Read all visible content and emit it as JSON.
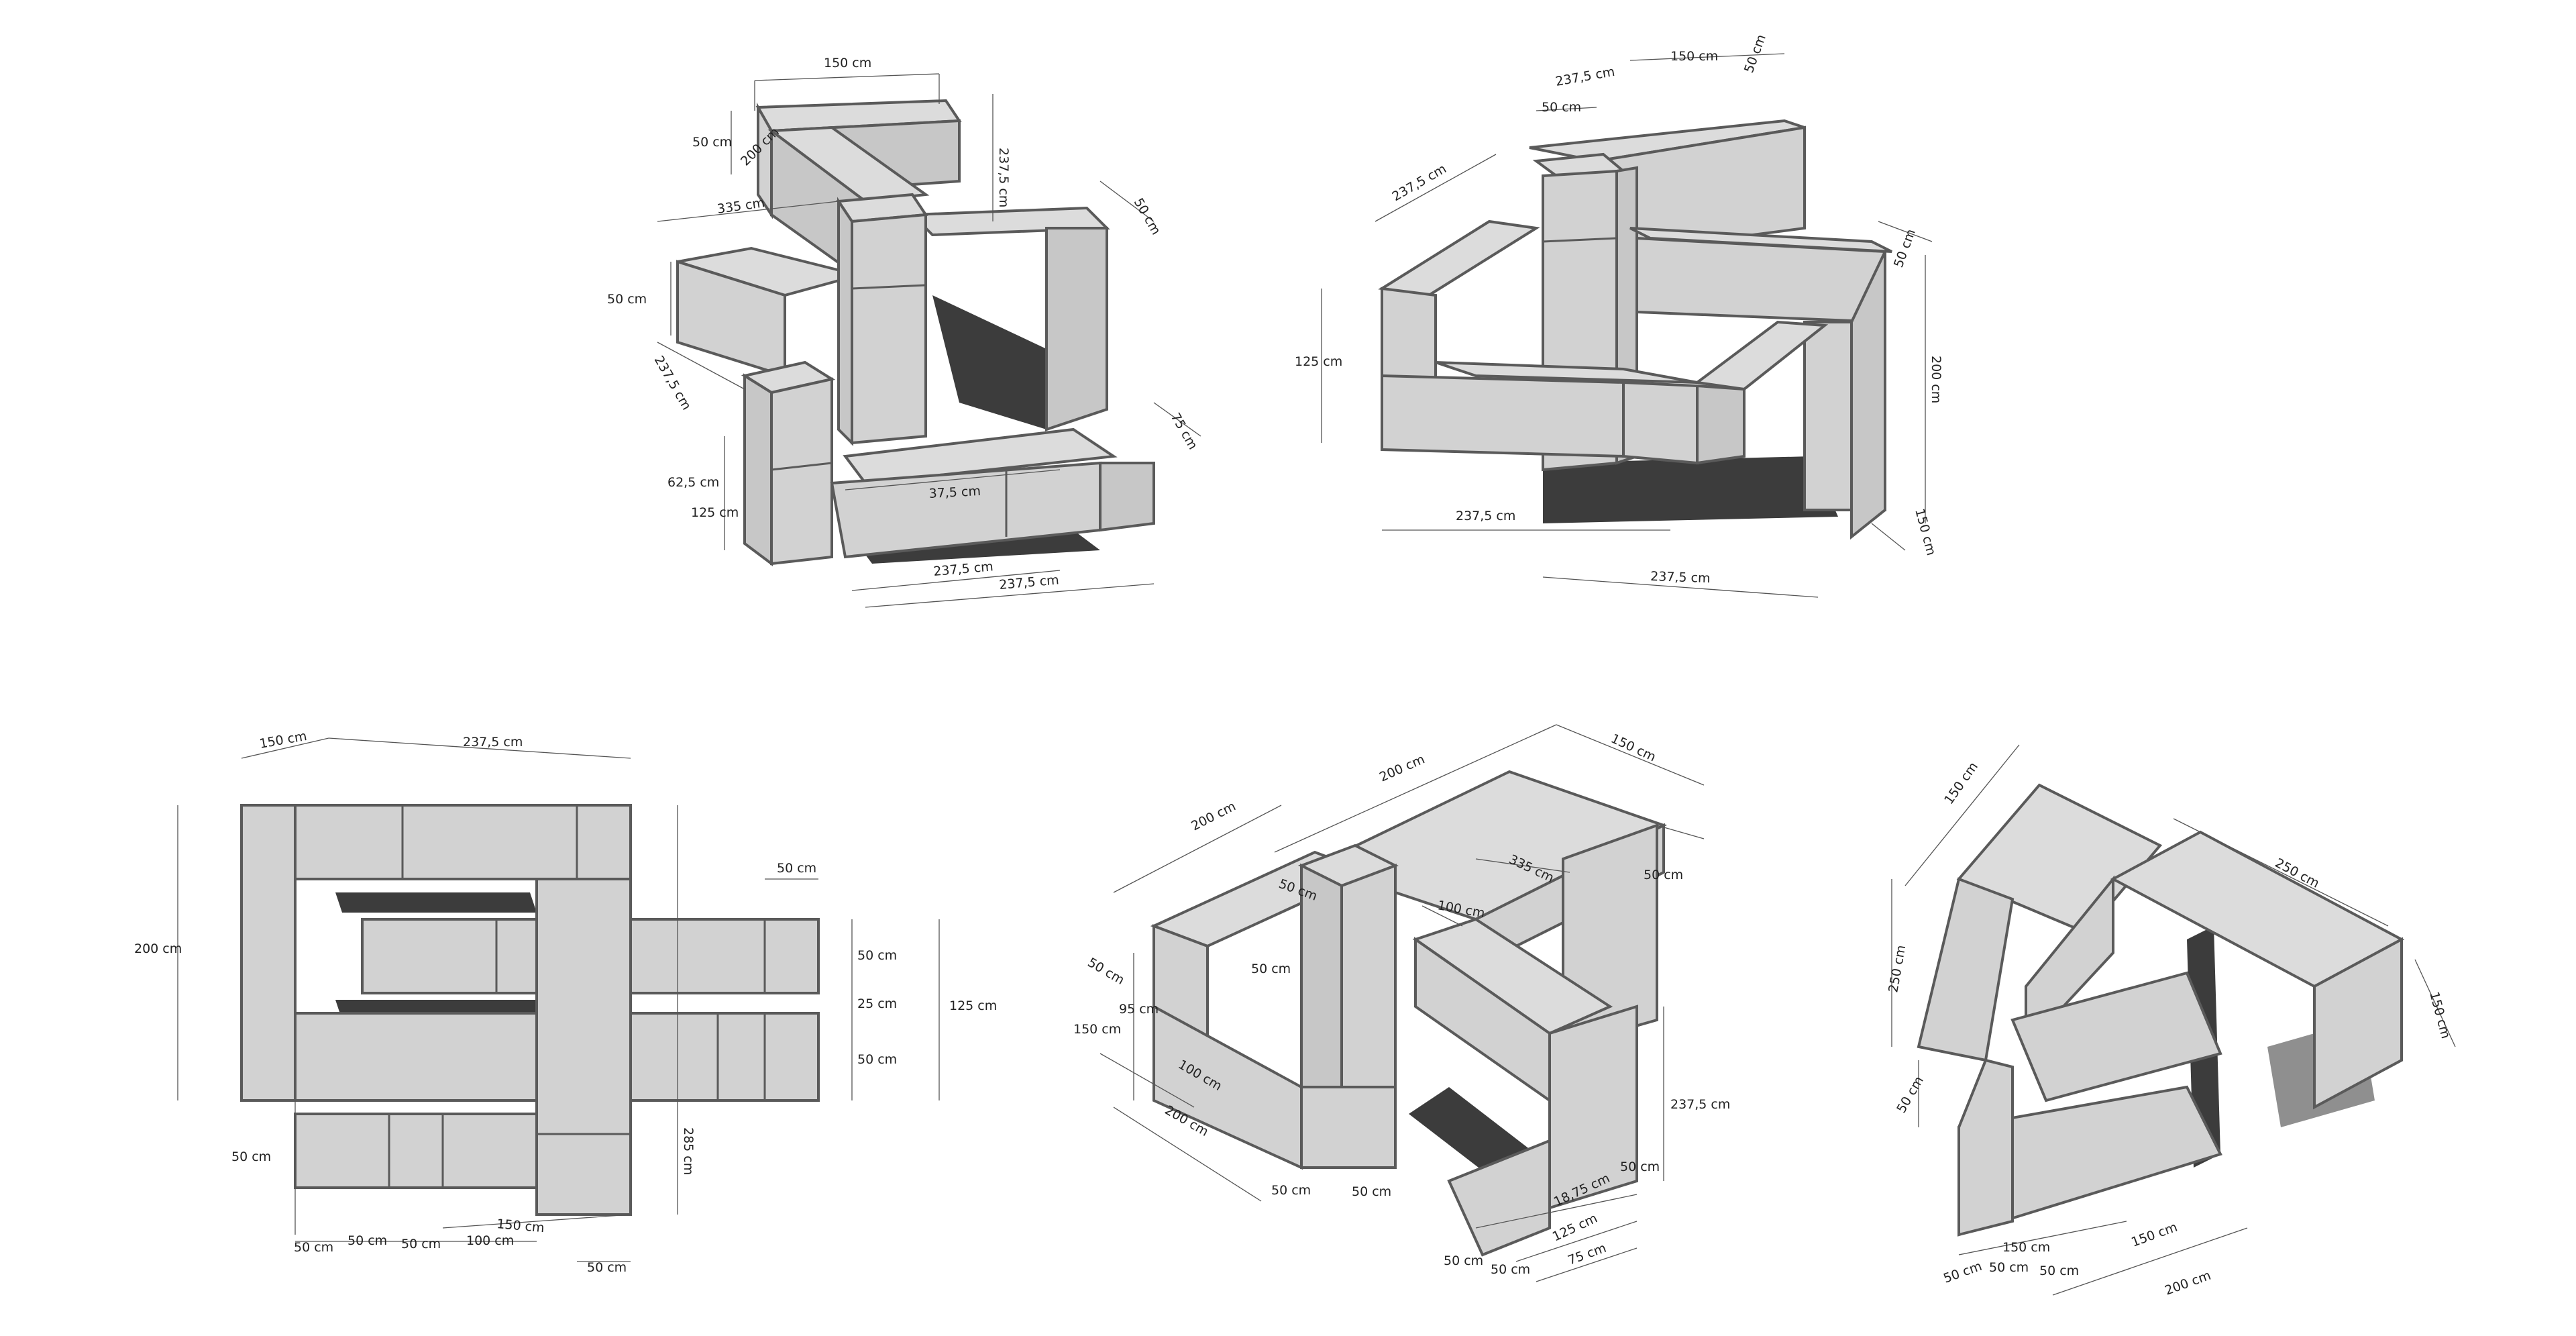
{
  "views": [
    {
      "id": "view-1",
      "labels": [
        "150 cm",
        "50 cm",
        "200 cm",
        "237,5 cm",
        "335 cm",
        "50 cm",
        "50 cm",
        "237,5 cm",
        "62,5 cm",
        "125 cm",
        "37,5 cm",
        "237,5 cm",
        "237,5 cm",
        "75 cm"
      ]
    },
    {
      "id": "view-2",
      "labels": [
        "237,5 cm",
        "150 cm",
        "50 cm",
        "50 cm",
        "237,5 cm",
        "125 cm",
        "50 cm",
        "200 cm",
        "237,5 cm",
        "150 cm",
        "237,5 cm"
      ]
    },
    {
      "id": "view-3",
      "labels": [
        "150 cm",
        "237,5 cm",
        "200 cm",
        "50 cm",
        "50 cm",
        "25 cm",
        "125 cm",
        "50 cm",
        "285 cm",
        "50 cm",
        "50 cm",
        "50 cm",
        "50 cm",
        "100 cm",
        "150 cm",
        "50 cm"
      ]
    },
    {
      "id": "view-4",
      "labels": [
        "200 cm",
        "200 cm",
        "150 cm",
        "50 cm",
        "335 cm",
        "100 cm",
        "50 cm",
        "50 cm",
        "50 cm",
        "95 cm",
        "150 cm",
        "100 cm",
        "200 cm",
        "237,5 cm",
        "50 cm",
        "50 cm",
        "50 cm",
        "18,75 cm",
        "125 cm",
        "50 cm",
        "50 cm",
        "75 cm"
      ]
    },
    {
      "id": "view-5",
      "labels": [
        "150 cm",
        "250 cm",
        "250 cm",
        "150 cm",
        "50 cm",
        "150 cm",
        "150 cm",
        "50 cm",
        "50 cm",
        "50 cm",
        "200 cm"
      ]
    }
  ]
}
